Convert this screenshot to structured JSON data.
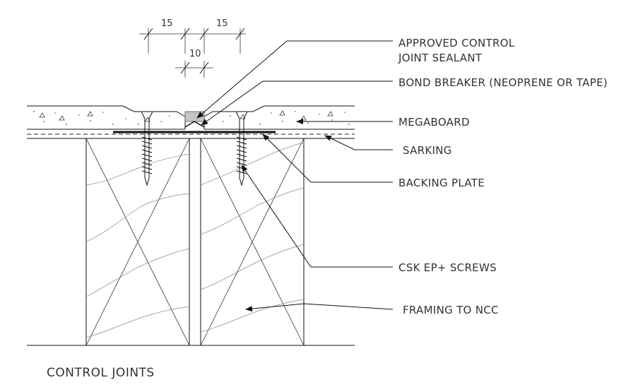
{
  "title": "CONTROL JOINTS",
  "dimensions": {
    "left_width": "15",
    "right_width": "15",
    "gap_width": "10"
  },
  "labels": {
    "sealant_line1": "APPROVED CONTROL",
    "sealant_line2": "JOINT SEALANT",
    "bond_breaker": "BOND BREAKER (NEOPRENE OR TAPE)",
    "megaboard": "MEGABOARD",
    "sarking": "SARKING",
    "backing_plate": "BACKING PLATE",
    "screws": "CSK EP+ SCREWS",
    "framing": "FRAMING TO NCC"
  }
}
